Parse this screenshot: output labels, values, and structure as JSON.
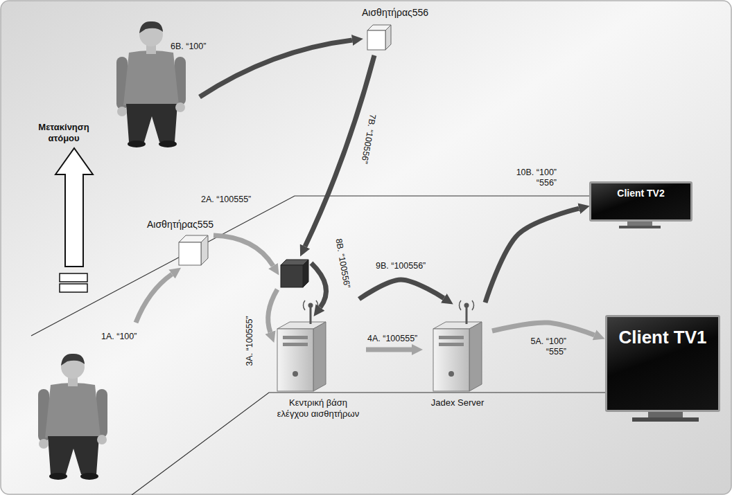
{
  "diagram": {
    "nodes": [
      {
        "text": [
          "Αισθητήρας556"
        ]
      },
      {
        "text": [
          "Αισθητήρας555"
        ]
      },
      {
        "text": [
          "Client TV2"
        ]
      },
      {
        "text": [
          "Κεντρική βάση ελέγχου αισθητήρων"
        ]
      },
      {
        "text": [
          "Jadex Server"
        ]
      },
      {
        "text": [
          "Client TV1"
        ]
      }
    ],
    "edges": [
      {
        "from": 3,
        "to": 4,
        "label": "4A. “100555”",
        "arrow": "to"
      },
      {
        "from": 3,
        "to": 4,
        "label": "9B. “100556”",
        "arrow": "to"
      },
      {
        "from": 4,
        "to": 2,
        "label": "10B. “100” “556”",
        "arrow": "to"
      },
      {
        "from": 4,
        "to": 5,
        "label": "5A. “100” “555”",
        "arrow": "to"
      }
    ],
    "labels": [
      "Μετακίνηση ατόμου",
      "1A. “100”",
      "2A. “100555”",
      "3A. “100555”",
      "6B. “100”",
      "7B. “100556”",
      "8B. “100556”"
    ]
  }
}
